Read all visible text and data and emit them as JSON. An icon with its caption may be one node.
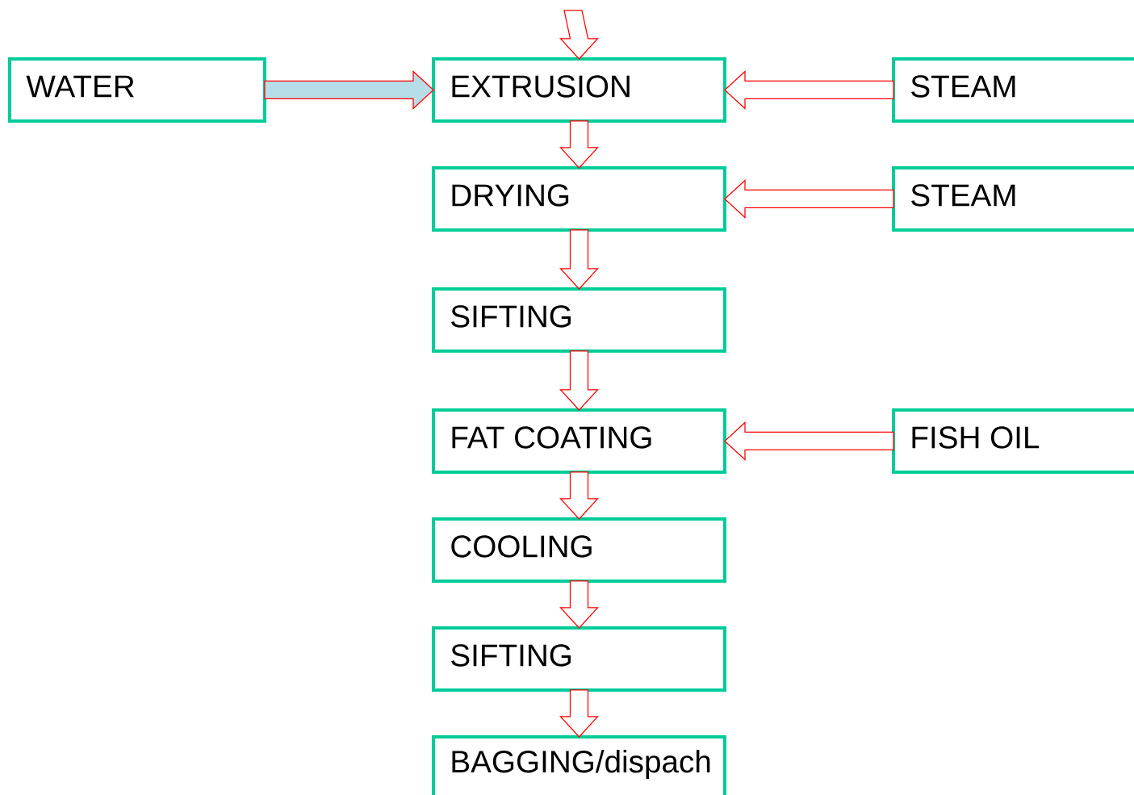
{
  "diagram": {
    "nodes": [
      {
        "text": [
          "WATER"
        ]
      },
      {
        "text": [
          "EXTRUSION"
        ]
      },
      {
        "text": [
          "STEAM"
        ]
      },
      {
        "text": [
          "DRYING"
        ]
      },
      {
        "text": [
          "STEAM"
        ]
      },
      {
        "text": [
          "SIFTING"
        ]
      },
      {
        "text": [
          "FAT COATING"
        ]
      },
      {
        "text": [
          "FISH OIL"
        ]
      },
      {
        "text": [
          "COOLING"
        ]
      },
      {
        "text": [
          "SIFTING"
        ]
      },
      {
        "text": [
          "BAGGING/dispach"
        ]
      }
    ],
    "edges": [
      {
        "from": null,
        "to": 1,
        "arrow": "to"
      },
      {
        "from": 0,
        "to": 1,
        "arrow": "to",
        "color": "#b7dde8"
      },
      {
        "from": 2,
        "to": 1,
        "arrow": "to"
      },
      {
        "from": 1,
        "to": 3,
        "arrow": "to"
      },
      {
        "from": 4,
        "to": 3,
        "arrow": "to"
      },
      {
        "from": 3,
        "to": 5,
        "arrow": "to"
      },
      {
        "from": 5,
        "to": 6,
        "arrow": "to"
      },
      {
        "from": 7,
        "to": 6,
        "arrow": "to"
      },
      {
        "from": 6,
        "to": 8,
        "arrow": "to"
      },
      {
        "from": 8,
        "to": 9,
        "arrow": "to"
      },
      {
        "from": 9,
        "to": 10,
        "arrow": "to"
      }
    ]
  }
}
